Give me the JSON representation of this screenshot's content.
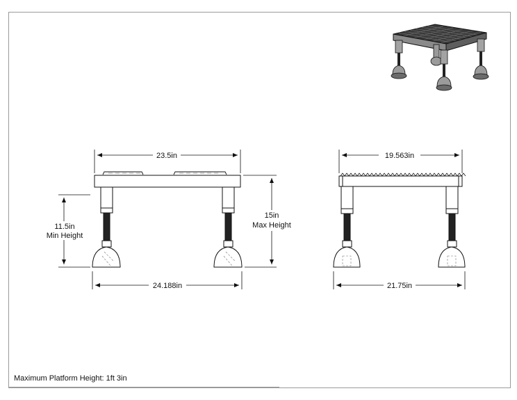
{
  "dimensions": {
    "front_top_width": "23.5in",
    "front_bottom_width": "24.188in",
    "min_height_value": "11.5in",
    "min_height_label": "Min Height",
    "max_height_value": "15in",
    "max_height_label": "Max Height",
    "side_top_width": "19.563in",
    "side_bottom_width": "21.75in"
  },
  "footer": {
    "note": "Maximum Platform Height: 1ft 3in"
  },
  "colors": {
    "line": "#111111",
    "frame": "#9a9a9a",
    "platform_dark": "#3a3a3a",
    "platform_mid": "#8a8a8a",
    "foot_grey": "#9b9b9b"
  }
}
